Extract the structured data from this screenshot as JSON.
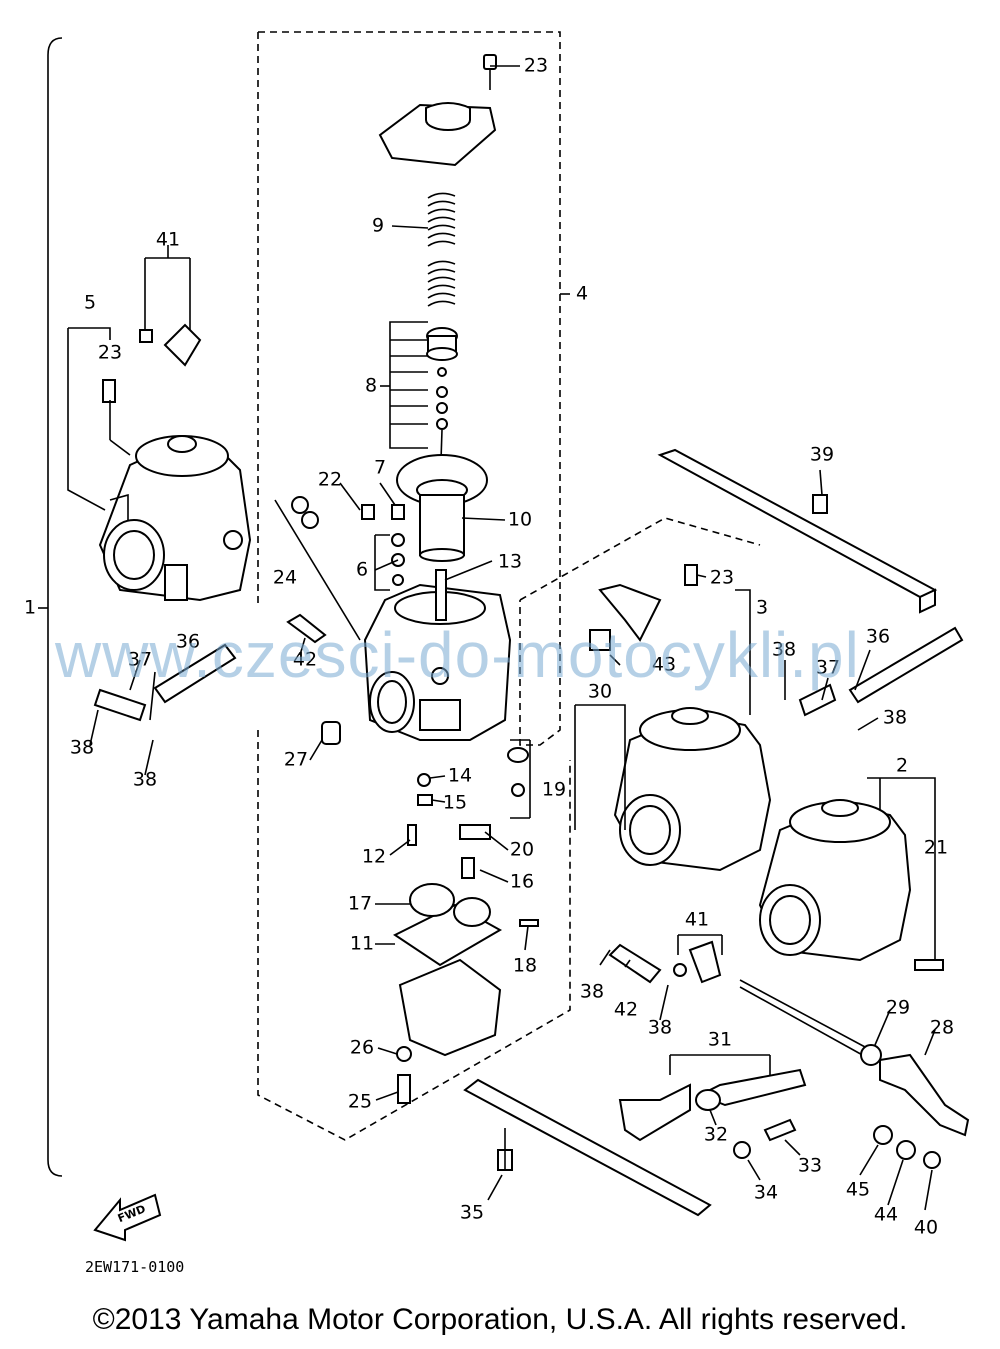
{
  "diagram": {
    "callouts": [
      "23",
      "9",
      "4",
      "8",
      "41",
      "5",
      "23",
      "22",
      "7",
      "10",
      "6",
      "13",
      "24",
      "1",
      "42",
      "36",
      "37",
      "38",
      "38",
      "27",
      "14",
      "15",
      "12",
      "19",
      "20",
      "16",
      "17",
      "11",
      "18",
      "26",
      "25",
      "39",
      "23",
      "3",
      "43",
      "30",
      "38",
      "37",
      "36",
      "38",
      "2",
      "21",
      "41",
      "38",
      "42",
      "38",
      "31",
      "29",
      "28",
      "32",
      "33",
      "34",
      "45",
      "44",
      "40",
      "35"
    ],
    "fwd_label": "FWD",
    "drawing_code": "2EW171-0100"
  },
  "watermark": "www.czesci-do-motocykli.pl",
  "copyright": "©2013 Yamaha Motor Corporation, U.S.A. All rights reserved."
}
